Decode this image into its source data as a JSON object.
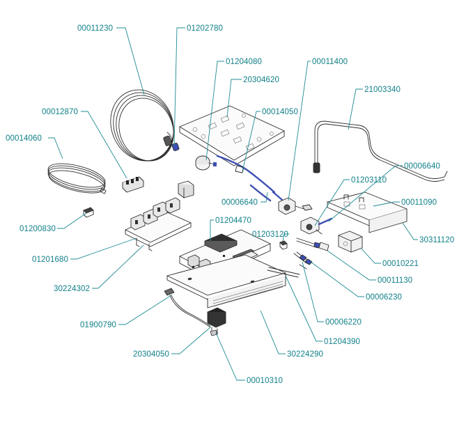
{
  "diagram": {
    "type": "exploded-parts-diagram",
    "label_color": "#0e7f88",
    "part_numbers": {
      "p00011230": "00011230",
      "p01202780": "01202780",
      "p01204080": "01204080",
      "p20304620": "20304620",
      "p00011400": "00011400",
      "p00012870": "00012870",
      "p00014050": "00014050",
      "p21003340": "21003340",
      "p00014060": "00014060",
      "p00006640_a": "00006640",
      "p01203110": "01203110",
      "p00006640_b": "00006640",
      "p00011090": "00011090",
      "p01200830": "01200830",
      "p01204470": "01204470",
      "p30311120": "30311120",
      "p01203120": "01203120",
      "p01201680": "01201680",
      "p00010221": "00010221",
      "p30224302": "30224302",
      "p00011130": "00011130",
      "p00006230": "00006230",
      "p01900790": "01900790",
      "p00006220": "00006220",
      "p01204390": "01204390",
      "p30224290": "30224290",
      "p20304050": "20304050",
      "p00010310": "00010310"
    }
  }
}
